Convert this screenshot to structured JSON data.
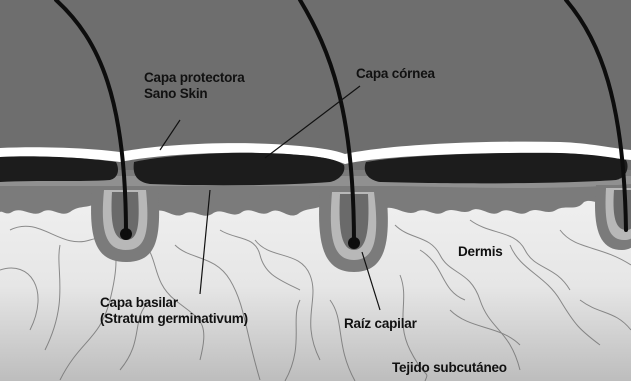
{
  "labels": {
    "protective_layer": {
      "line1": "Capa protectora",
      "line2": "Sano Skin"
    },
    "horny_layer": "Capa córnea",
    "basal_layer": {
      "line1": "Capa basilar",
      "line2": "(Stratum germinativum)"
    },
    "dermis": "Dermis",
    "hair_root": "Raíz capilar",
    "subcutaneous": "Tejido subcutáneo"
  },
  "colors": {
    "air": "#6e6e6e",
    "protective_film": "#ffffff",
    "horny_layer": "#1c1c1c",
    "epidermis": "#7b7b7b",
    "dermis": "#ebebeb",
    "subcutaneous": "#c7c7c7",
    "hair": "#0d0d0d"
  }
}
